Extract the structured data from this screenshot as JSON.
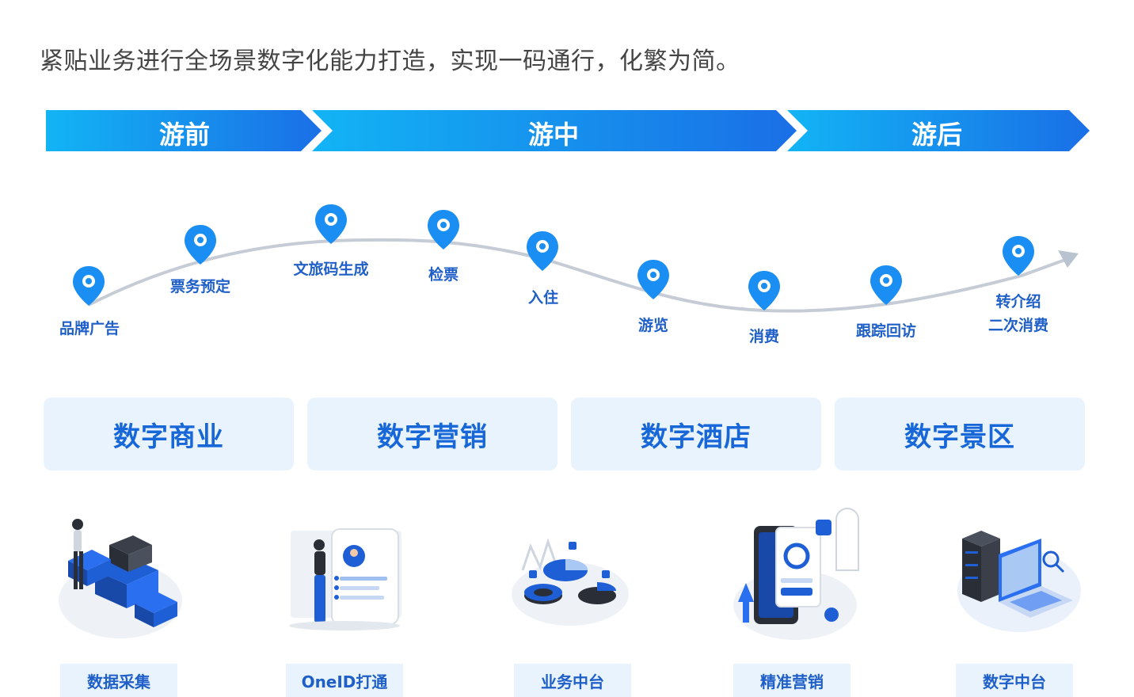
{
  "headline": "紧贴业务进行全场景数字化能力打造，实现一码通行，化繁为简。",
  "phases": [
    "游前",
    "游中",
    "游后"
  ],
  "journey": {
    "stops": [
      {
        "label": "品牌广告"
      },
      {
        "label": "票务预定"
      },
      {
        "label": "文旅码生成"
      },
      {
        "label": "检票"
      },
      {
        "label": "入住"
      },
      {
        "label": "游览"
      },
      {
        "label": "消费"
      },
      {
        "label": "跟踪回访"
      },
      {
        "label": "转介绍\n二次消费"
      }
    ]
  },
  "scenarios": [
    "数字商业",
    "数字营销",
    "数字酒店",
    "数字景区"
  ],
  "capabilities": [
    {
      "label": "数据采集",
      "icon": "data-collection-illustration"
    },
    {
      "label": "OneID打通",
      "icon": "oneid-illustration"
    },
    {
      "label": "业务中台",
      "icon": "business-platform-illustration"
    },
    {
      "label": "精准营销",
      "icon": "precision-marketing-illustration"
    },
    {
      "label": "数字中台",
      "icon": "digital-platform-illustration"
    }
  ],
  "colors": {
    "accent": "#1767d8",
    "phase_start": "#12b4f5",
    "phase_end": "#1a6fe6",
    "card_bg": "#e8f3fd"
  }
}
